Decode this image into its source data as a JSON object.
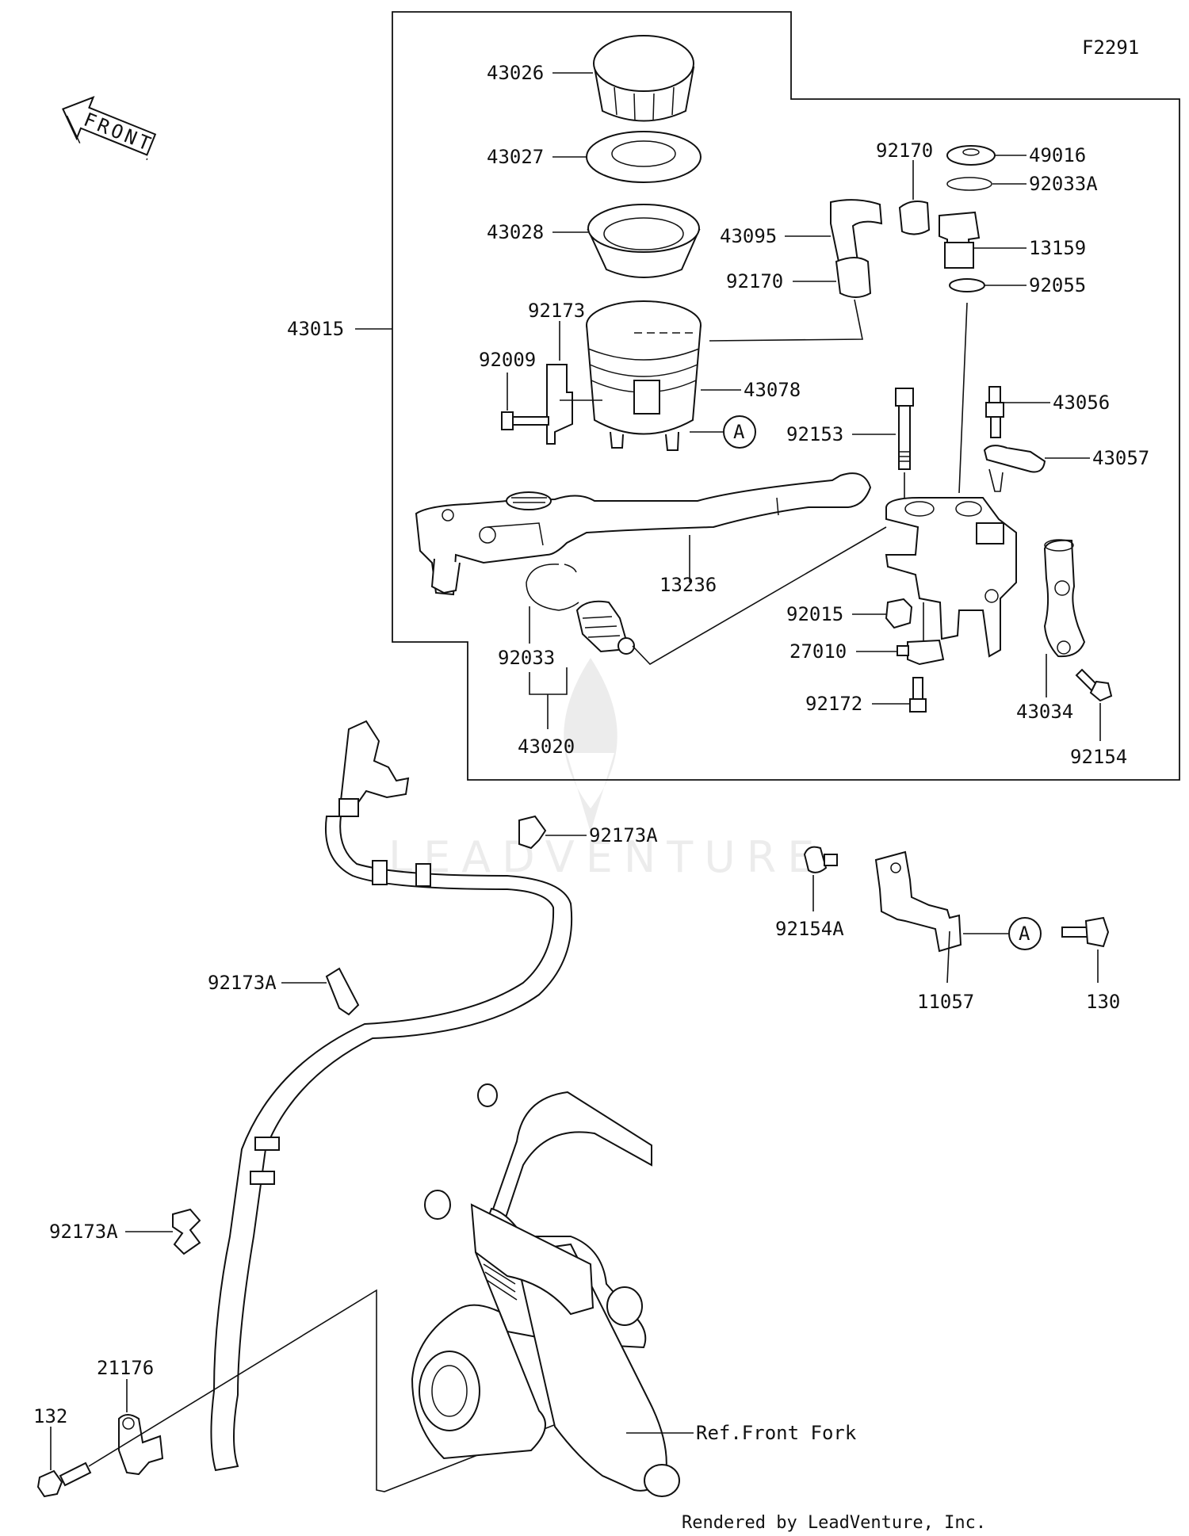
{
  "diagram": {
    "code": "F2291",
    "front_arrow_text": "FRONT",
    "credit": "Rendered by LeadVenture, Inc.",
    "watermark": "LEADVENTURE",
    "callout_marker": "A",
    "labels": {
      "p43026": "43026",
      "p43027": "43027",
      "p43028": "43028",
      "p43015": "43015",
      "p92173": "92173",
      "p92009": "92009",
      "p43078": "43078",
      "p92170a": "92170",
      "p92170b": "92170",
      "p43095": "43095",
      "p49016": "49016",
      "p92033A": "92033A",
      "p13159": "13159",
      "p92055": "92055",
      "p43056": "43056",
      "p43057": "43057",
      "p92153": "92153",
      "p13236": "13236",
      "p92033": "92033",
      "p43020": "43020",
      "p92015": "92015",
      "p27010": "27010",
      "p92172": "92172",
      "p43034": "43034",
      "p92154": "92154",
      "p92173A_top": "92173A",
      "p92154A": "92154A",
      "p11057": "11057",
      "p130": "130",
      "p92173A_mid": "92173A",
      "p92173A_low": "92173A",
      "p21176": "21176",
      "p132": "132",
      "ref_front_fork": "Ref.Front Fork"
    }
  }
}
